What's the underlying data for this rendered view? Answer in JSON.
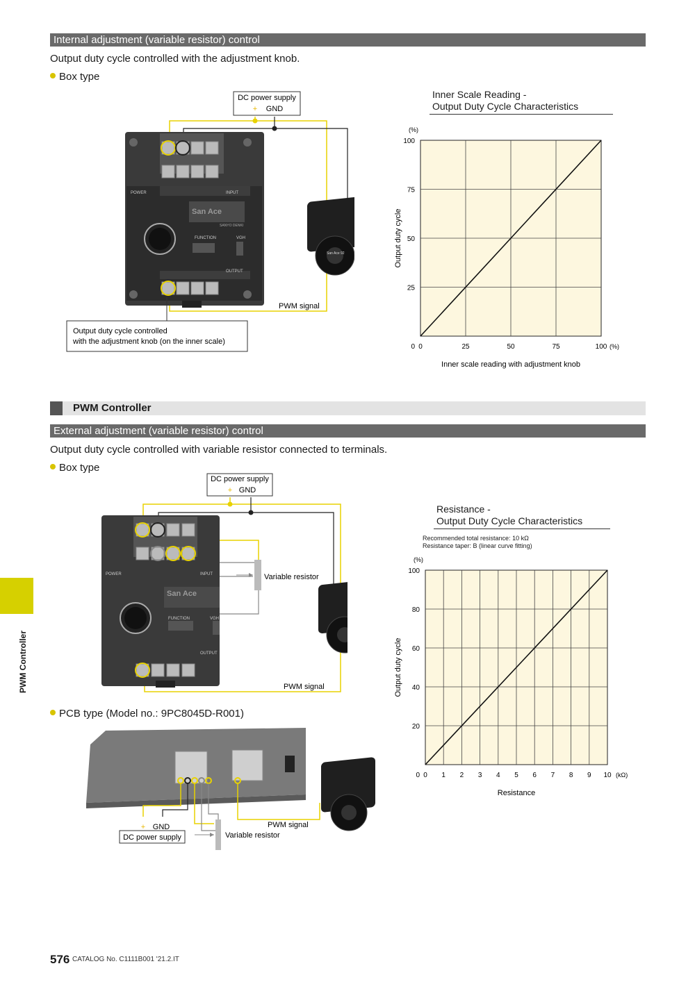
{
  "section1": {
    "bar_label": "Internal adjustment (variable resistor) control",
    "description": "Output duty cycle controlled with the adjustment knob.",
    "bullet": "Box type",
    "power_box": {
      "line1": "DC power supply",
      "plus": "+",
      "gnd": "GND"
    },
    "pwm_signal": "PWM signal",
    "callout": {
      "line1": "Output duty cycle controlled",
      "line2": "with the adjustment knob (on the inner scale)"
    }
  },
  "chart1": {
    "title_line1": "Inner Scale Reading -",
    "title_line2": "Output Duty Cycle Characteristics",
    "y_unit": "(%)",
    "y_label": "Output duty cycle",
    "x_label": "Inner scale reading with adjustment knob",
    "x_unit": "(%)"
  },
  "heading": {
    "label": "PWM Controller"
  },
  "section2": {
    "bar_label": "External adjustment (variable resistor) control",
    "description": "Output duty cycle controlled with variable resistor connected to terminals.",
    "bullet": "Box type",
    "power_box": {
      "line1": "DC power supply",
      "plus": "+",
      "gnd": "GND"
    },
    "variable_resistor": "Variable resistor",
    "pwm_signal": "PWM signal",
    "pcb_bullet": "PCB type (Model no.: 9PC8045D-R001)",
    "pcb_power": {
      "plus": "+",
      "gnd": "GND",
      "line2": "DC power supply"
    },
    "pcb_pwm": "PWM signal",
    "pcb_resistor": "Variable resistor"
  },
  "chart2": {
    "title_line1": "Resistance -",
    "title_line2": "Output Duty Cycle Characteristics",
    "note1": "Recommended total resistance: 10 kΩ",
    "note2": "Resistance taper: B (linear curve fitting)",
    "y_unit": "(%)",
    "y_label": "Output duty cycle",
    "x_label": "Resistance",
    "x_unit": "(kΩ)"
  },
  "device_labels": {
    "power": "POWER",
    "input": "INPUT",
    "output": "OUTPUT",
    "function": "FUNCTION",
    "vgh": "VGH",
    "brand": "San Ace",
    "maker": "SANYO DENKI",
    "fan_brand": "San Ace 92"
  },
  "side_tab": {
    "label": "PWM Controller"
  },
  "footer": {
    "page": "576",
    "catalog": "CATALOG No. C1111B001 '21.2.IT"
  },
  "colors": {
    "bar": "#6a6a6a",
    "chart_bg": "#fdf7df",
    "wire_yellow": "#e8d200",
    "tab_yellow": "#d6d000"
  },
  "chart_data": [
    {
      "type": "line",
      "title": "Inner Scale Reading - Output Duty Cycle Characteristics",
      "xlabel": "Inner scale reading with adjustment knob",
      "ylabel": "Output duty cycle",
      "x_ticks": [
        "0",
        "25",
        "50",
        "75",
        "100"
      ],
      "y_ticks": [
        "25",
        "50",
        "75",
        "100"
      ],
      "xlim": [
        0,
        100
      ],
      "ylim": [
        0,
        100
      ],
      "grid": true,
      "series": [
        {
          "x": [
            0,
            100
          ],
          "y": [
            0,
            100
          ]
        }
      ]
    },
    {
      "type": "line",
      "title": "Resistance - Output Duty Cycle Characteristics",
      "xlabel": "Resistance",
      "ylabel": "Output duty cycle",
      "x_ticks": [
        "0",
        "1",
        "2",
        "3",
        "4",
        "5",
        "6",
        "7",
        "8",
        "9",
        "10"
      ],
      "y_ticks": [
        "20",
        "40",
        "60",
        "80",
        "100"
      ],
      "xlim": [
        0,
        10
      ],
      "ylim": [
        0,
        100
      ],
      "grid": true,
      "series": [
        {
          "x": [
            0,
            10
          ],
          "y": [
            0,
            100
          ]
        }
      ]
    }
  ]
}
